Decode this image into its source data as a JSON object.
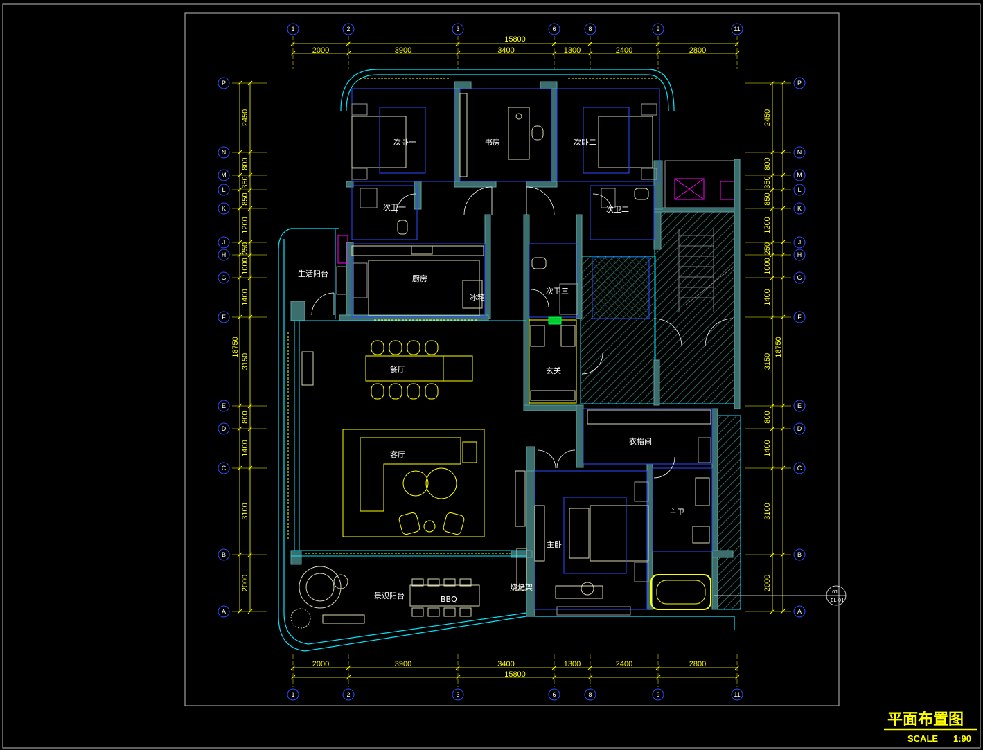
{
  "drawing": {
    "title": "平面布置图",
    "scale_label": "SCALE",
    "scale_value": "1:90"
  },
  "axes_top": [
    "1",
    "2",
    "3",
    "6",
    "8",
    "9",
    "11"
  ],
  "axes_bottom": [
    "1",
    "2",
    "3",
    "6",
    "8",
    "9",
    "11"
  ],
  "axes_left": [
    "P",
    "N",
    "M",
    "L",
    "K",
    "J",
    "H",
    "G",
    "F",
    "E",
    "D",
    "C",
    "B",
    "A"
  ],
  "axes_right": [
    "P",
    "N",
    "M",
    "L",
    "K",
    "J",
    "H",
    "G",
    "F",
    "E",
    "D",
    "C",
    "B",
    "A"
  ],
  "dims_top_total": "15800",
  "dims_top": [
    "2000",
    "3900",
    "3400",
    "1300",
    "2400",
    "2800"
  ],
  "dims_bottom_total": "15800",
  "dims_bottom": [
    "2000",
    "3900",
    "3400",
    "1300",
    "2400",
    "2800"
  ],
  "dims_left_total": "18750",
  "dims_left": [
    "2450",
    "800",
    "350",
    "850",
    "1200",
    "250",
    "1000",
    "1400",
    "3150",
    "800",
    "1400",
    "3100",
    "2000"
  ],
  "dims_right_total": "18750",
  "dims_right": [
    "2450",
    "800",
    "350",
    "850",
    "1200",
    "250",
    "1000",
    "1400",
    "3150",
    "800",
    "1400",
    "3100",
    "2000"
  ],
  "rooms": {
    "bedroom1": "次卧一",
    "study": "书房",
    "bedroom2": "次卧二",
    "bath1": "次卫一",
    "bath2": "次卫二",
    "bath3": "次卫三",
    "utility_balcony": "生活阳台",
    "kitchen": "厨房",
    "fridge": "冰箱",
    "dining": "餐厅",
    "entry": "玄关",
    "living": "客厅",
    "wardrobe": "衣帽间",
    "master_bath": "主卫",
    "master_bedroom": "主卧",
    "view_balcony": "景观阳台",
    "bbq": "BBQ",
    "grill": "烧烤架"
  },
  "detail_callout": {
    "number": "01",
    "sheet": "EL-01"
  },
  "colors": {
    "background": "#000000",
    "wall": "#5aa0a0",
    "wall_fill": "#3c6e6e",
    "cyan": "#00e5ff",
    "yellow": "#ffff00",
    "blue": "#2b4cff",
    "magenta": "#ff00ff",
    "white": "#ffffff",
    "grey": "#9a9a9a",
    "hatch_green": "#2f6b5e"
  }
}
